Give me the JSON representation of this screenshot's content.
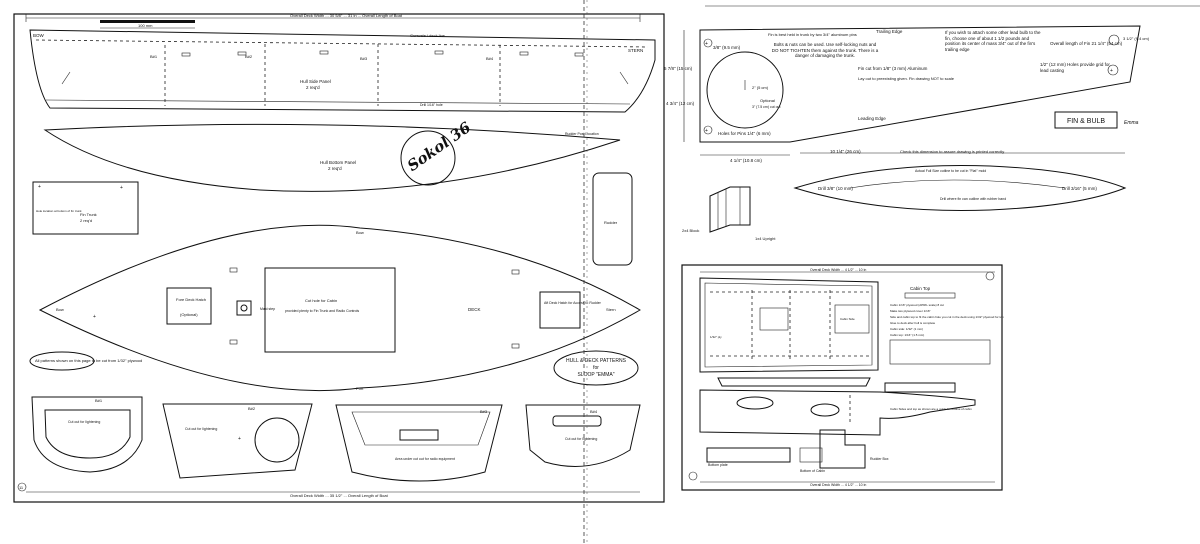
{
  "left_sheet": {
    "top_dimension": "Overall Deck Width ... 30 5/8\" ... 31 in ... Overall Length of Boat",
    "bottom_dimension": "Overall Deck Width ... 35 1/2\" ... Overall Length of Boat",
    "hull_side": {
      "bow_label": "BOW",
      "stern_label": "STERN",
      "panel_label": "Hull Side Panel",
      "panel_sub": "2 req'd",
      "gunwale_label": "Gunwale / deck line",
      "drill_label": "Drill 1/16\" hole",
      "bulkhead_labels": [
        "B#1",
        "B#2",
        "B#3",
        "B#4"
      ]
    },
    "bottom_panel": {
      "label": "Hull Bottom Panel",
      "sub": "2 req'd",
      "rudder_label": "Rudder Post Location"
    },
    "logo_text": "Sokol 36",
    "fin_trunk": {
      "label": "Fin Trunk",
      "sub": "2 req'd",
      "note": "Hole location at bottom of fin trunk"
    },
    "rudder_label": "Rudder",
    "deck": {
      "top_label": "Bow",
      "bottom_label": "Port",
      "cutout_label": "Cut hole for Cabin",
      "cutout_sub": "provided plenty to Fin Trunk and Radio Controls",
      "deck_label": "DECK",
      "hatch_label": "Fore Deck Hatch",
      "hatch_sub": "(Optional)",
      "mast_label": "Mast step",
      "rudder_hatch": "Aft Deck Hatch for Access to Rudder",
      "stern_label": "Stern"
    },
    "note_left": "All patterns shown on this page to be cut from 1/32\" plywood",
    "title_oval": {
      "line1": "HULL & DECK PATTERNS",
      "line2": "for",
      "line3": "SLOOP \"EMMA\""
    },
    "bulkheads": [
      {
        "id": "B#1",
        "label": "Cut out for lightening"
      },
      {
        "id": "B#2",
        "label": "Cut out for lightening"
      },
      {
        "id": "B#3",
        "label": "Area under cut out for radio equipment"
      },
      {
        "id": "B#4",
        "label": "Cut out for lightening"
      }
    ],
    "page_number": "11"
  },
  "right_sheet": {
    "fin": {
      "trailing_edge": "Trailing Edge",
      "leading_edge": "Leading Edge",
      "note_top": "Fin is best held in trunk by two 3/4\" aluminum pins",
      "note_bolt": "Bolts & nuts can be used. Use self-locking nuts and DO NOT TIGHTEN them against the trunk. There is a danger of damaging the trunk.",
      "note_material": "Fin cut from 1/8\" (3 mm) Aluminum",
      "note_layout": "Lay out to preexisting given. Fin drawing NOT to scale",
      "note_right": "If you wish to attach some other lead bulb to the fin, choose one of about 1 1/2 pounds and position its center of mass 3/4\" out of the fin's trailing edge",
      "optional": "Optional",
      "optional_sub": "3\" (7.5 cm) cut out",
      "holes_label": "Holes for Pins 1/4\" (6 mm)",
      "dim_top": "3/8\" (9.5 mm)",
      "dim_circle": "2\" (5 cm)",
      "dim_height1": "5 7/8\" (15 cm)",
      "dim_height2": "4 3/4\" (12 cm)",
      "dim_width": "4 1/4\" (10.8 cm)",
      "overall_length": "Overall length of Fin 21 1/4\" (54 cm)",
      "right_dim": "3 1/2\" (9.4 cm)",
      "holes_right": "1/2\" (12 mm) Holes provide grid for lead casting"
    },
    "fin_bulb_title": "FIN & BULB",
    "signature": "Emma",
    "bulb": {
      "dim_len": "10 1/4\" (26 cm)",
      "dim_note": "Check this dimension to assure drawing is printed correctly",
      "top_note": "Actual Full Size cutline to be cut in \"Flat\" mold",
      "left_drill": "Drill 3/8\" (10 mm)",
      "right_drill": "Drill 3/16\" (5 mm)",
      "center_note": "Drill where fin can outline with rubber band",
      "block_label": "2x4 Block",
      "upright_label": "1x4 Upright"
    },
    "bottom_sheet": {
      "top_dim": "Overall Deck Width ... 4 1/2\" ... 10 in",
      "bottom_dim": "Overall Deck Width ... 4 1/2\" ... 10 in",
      "dim_right_title": "Cabin Top",
      "notes": [
        "Cabin 1/16\" plywood (APRIL scale) 8 cut",
        "Make two plywood cover 1/16\"",
        "Side and cabin top to fit the cabin hole you cut in the deck using 1/32\" plywood for top",
        "Glue to deck after hull is complete",
        "Cabin side: 1/32\" (1 mm)",
        "Cabin top: 1/16\" (1.5 mm)"
      ],
      "cabin_side_label": "Cabin Side",
      "lower_notes": "Cabin Sides and top as shown are a guide for outline of cabin",
      "bottom_left": "Bottom plate",
      "bottom_mid": "Bottom of Cabin",
      "bottom_right": "Rudder Box"
    }
  },
  "colors": {
    "ink": "#111111",
    "paper": "#ffffff",
    "guide_dash": "#222222"
  }
}
